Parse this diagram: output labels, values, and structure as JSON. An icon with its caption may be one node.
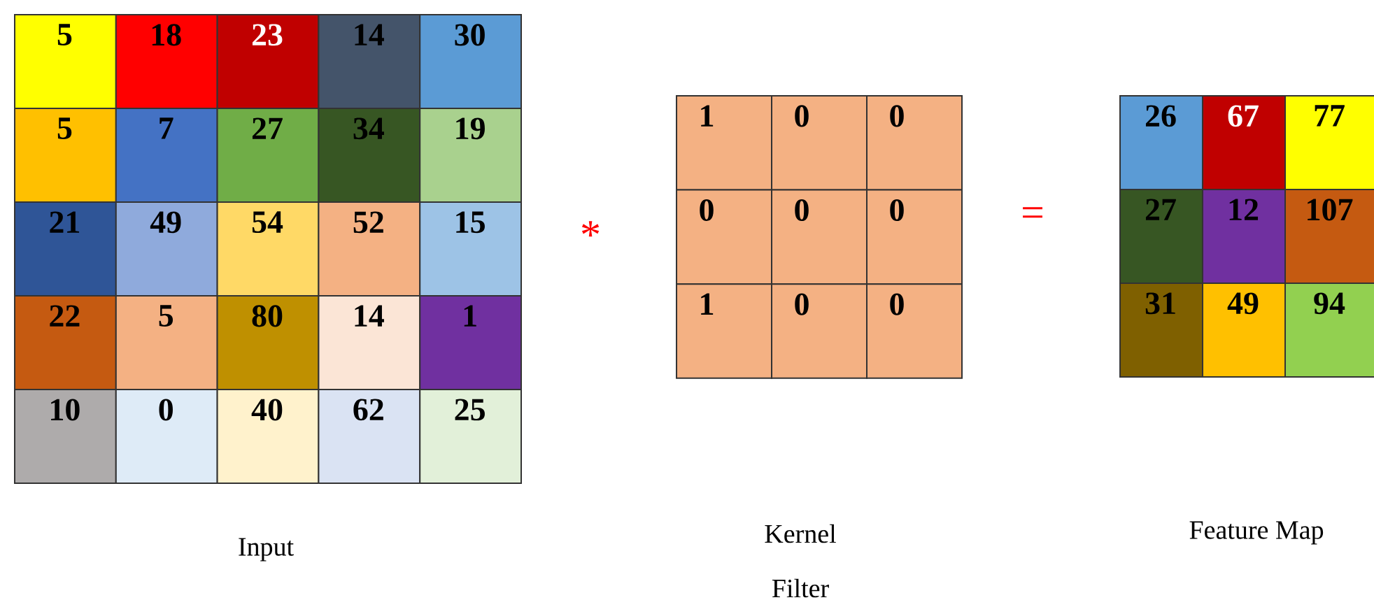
{
  "diagram": {
    "nodes": [
      {
        "text": [
          "5"
        ]
      },
      {
        "text": [
          "18"
        ]
      },
      {
        "text": [
          "23"
        ]
      },
      {
        "text": [
          "14"
        ]
      },
      {
        "text": [
          "30"
        ]
      },
      {
        "text": [
          "5"
        ]
      },
      {
        "text": [
          "7"
        ]
      },
      {
        "text": [
          "27"
        ]
      },
      {
        "text": [
          "34"
        ]
      },
      {
        "text": [
          "19"
        ]
      },
      {
        "text": [
          "21"
        ]
      },
      {
        "text": [
          "49"
        ]
      },
      {
        "text": [
          "54"
        ]
      },
      {
        "text": [
          "52"
        ]
      },
      {
        "text": [
          "15"
        ]
      },
      {
        "text": [
          "22"
        ]
      },
      {
        "text": [
          "5"
        ]
      },
      {
        "text": [
          "80"
        ]
      },
      {
        "text": [
          "14"
        ]
      },
      {
        "text": [
          "1"
        ]
      },
      {
        "text": [
          "10"
        ]
      },
      {
        "text": [
          "0"
        ]
      },
      {
        "text": [
          "40"
        ]
      },
      {
        "text": [
          "62"
        ]
      },
      {
        "text": [
          "25"
        ]
      },
      {
        "text": [
          "1"
        ]
      },
      {
        "text": [
          "0"
        ]
      },
      {
        "text": [
          "0"
        ]
      },
      {
        "text": [
          "0"
        ]
      },
      {
        "text": [
          "0"
        ]
      },
      {
        "text": [
          "0"
        ]
      },
      {
        "text": [
          "1"
        ]
      },
      {
        "text": [
          "0"
        ]
      },
      {
        "text": [
          "0"
        ]
      },
      {
        "text": [
          "26"
        ]
      },
      {
        "text": [
          "67"
        ]
      },
      {
        "text": [
          "77"
        ]
      },
      {
        "text": [
          "27"
        ]
      },
      {
        "text": [
          "12"
        ]
      },
      {
        "text": [
          "107"
        ]
      },
      {
        "text": [
          "31"
        ]
      },
      {
        "text": [
          "49"
        ]
      },
      {
        "text": [
          "94"
        ]
      }
    ],
    "labels": [
      "*",
      "=",
      "Input",
      "Kernel Filter",
      "Feature Map"
    ]
  }
}
